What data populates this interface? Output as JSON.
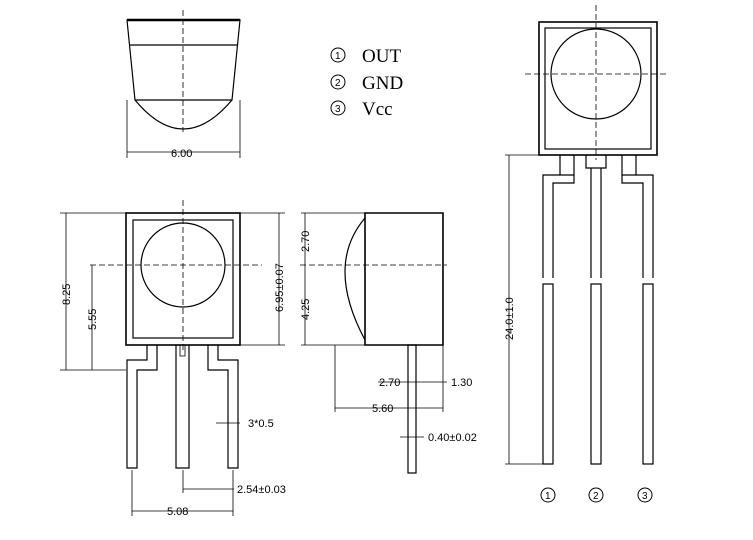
{
  "legend": [
    {
      "number": "1",
      "label": "OUT"
    },
    {
      "number": "2",
      "label": "GND"
    },
    {
      "number": "3",
      "label": "Vcc"
    }
  ],
  "dimensions": {
    "top_width": "6.00",
    "front_height": "8.25",
    "lens_center_height": "5.55",
    "body_height": "6.95±0.07",
    "lens_top_offset": "2.70",
    "lens_lower_offset": "4.25",
    "lead_offset": "2.70",
    "lead_bend": "1.30",
    "side_depth": "5.60",
    "lead_thickness": "0.40±0.02",
    "lead_width": "3*0.5",
    "pitch": "2.54±0.03",
    "span": "5.08",
    "lead_length": "24.0±1.0"
  },
  "pin_labels": [
    "1",
    "2",
    "3"
  ]
}
